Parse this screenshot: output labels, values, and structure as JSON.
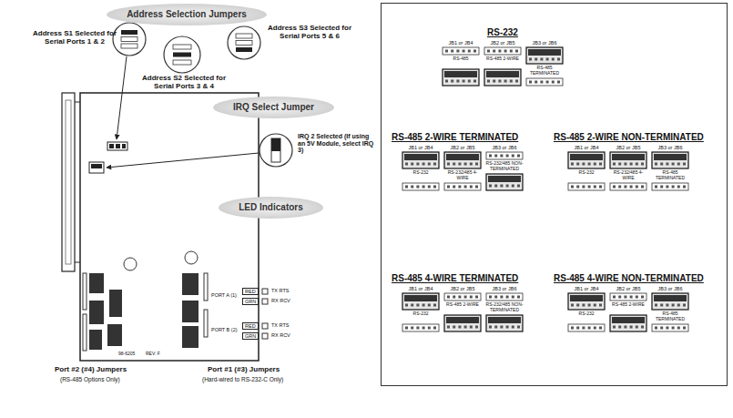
{
  "diagram": {
    "nodes": [
      {
        "text": [
          "Address Selection Jumpers"
        ]
      },
      {
        "text": [
          "IRQ Select Jumper"
        ]
      },
      {
        "text": [
          "LED Indicators"
        ]
      }
    ],
    "labels": [
      "Address S1 Selected for Serial Ports 1 & 2",
      "Address S2 Selected for Serial Ports 3 & 4",
      "Address S3 Selected for Serial Ports 5 & 6",
      "IRQ 2 Selected (If using an 5V Module, select IRQ 3)",
      "PORT A (1)",
      "RED",
      "GRN",
      "PORT B (2)",
      "RED",
      "GRN",
      "TX RTS",
      "RX RCV",
      "TX RTS",
      "RX RCV",
      "98-6205",
      "REV: F",
      "Port #2 (#4) Jumpers",
      "(RS-485 Options Only)",
      "Port #1 (#3) Jumpers",
      "(Hard-wired to RS-232-C Only)",
      "RS-232",
      "JB1 or JB4",
      "JB2 or JB5",
      "JB3 or JB6",
      "RS-485",
      "RS-485 2-WIRE",
      "RS-485 TERMINATED",
      "RS-485 2-WIRE TERMINATED",
      "JB1 or JB4",
      "JB2 or JB5",
      "JB3 or JB6",
      "RS-232",
      "RS-232/485 4-WIRE",
      "RS-232/485 NON-TERMINATED",
      "RS-485 2-WIRE NON-TERMINATED",
      "JB1 or JB4",
      "JB2 or JB5",
      "JB3 or JB6",
      "RS-232",
      "RS-232/485 4-WIRE",
      "RS-485 TERMINATED",
      "RS-485 4-WIRE TERMINATED",
      "JB1 or JB4",
      "JB2 or JB5",
      "JB3 or JB6",
      "RS-232",
      "RS-485 2-WIRE",
      "RS-232/485 NON-TERMINATED",
      "RS-485 4-WIRE NON-TERMINATED",
      "JB1 or JB4",
      "JB2 or JB5",
      "JB3 or JB6",
      "RS-232",
      "RS-485 2-WIRE",
      "RS-485 TERMINATED"
    ]
  }
}
